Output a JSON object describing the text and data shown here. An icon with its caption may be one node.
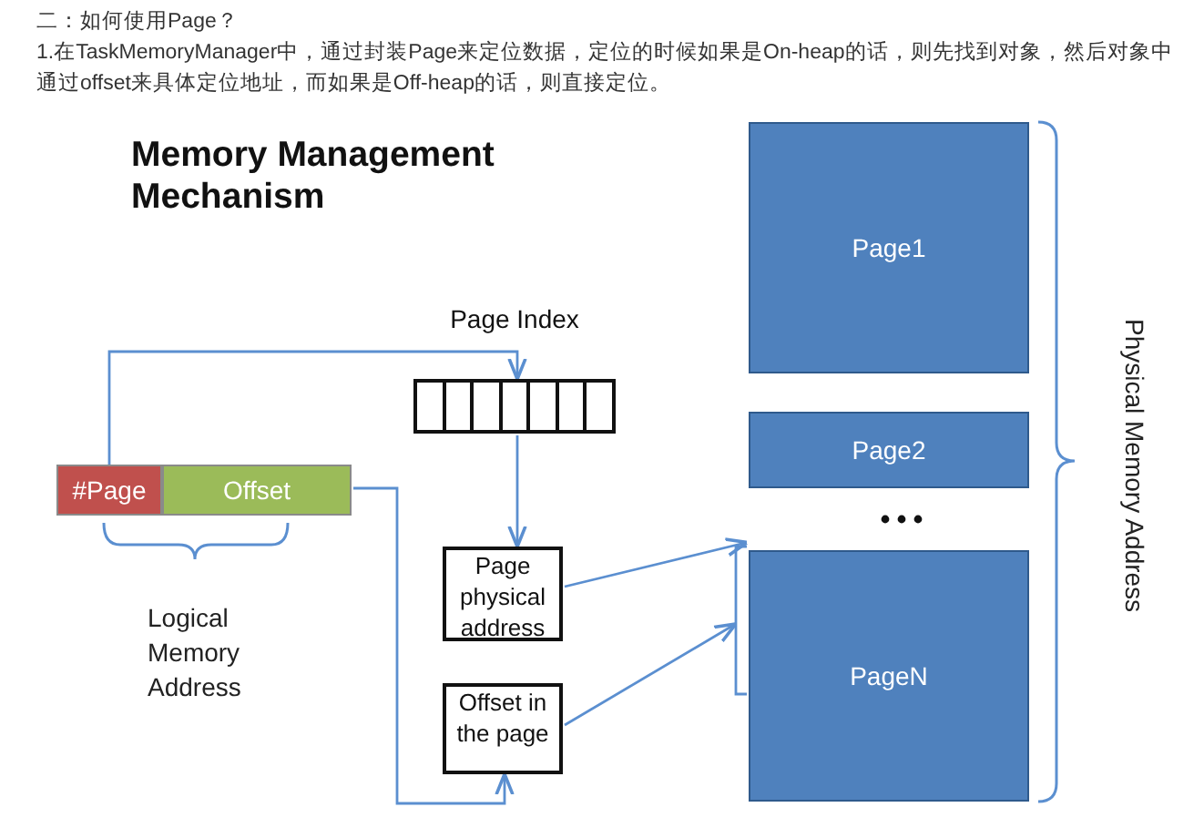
{
  "diagram": {
    "title": "Memory Management Mechanism",
    "nodes": [
      {
        "text": [
          "#Page"
        ]
      },
      {
        "text": [
          "Offset"
        ]
      },
      {
        "text": [
          "Page Index"
        ]
      },
      {
        "text": [
          "Page physical address"
        ]
      },
      {
        "text": [
          "Offset in the page"
        ]
      },
      {
        "text": [
          "Page1"
        ]
      },
      {
        "text": [
          "Page2"
        ]
      },
      {
        "text": [
          "PageN"
        ]
      }
    ],
    "edges": [
      {
        "from": 0,
        "to": 2,
        "arrow": "to"
      },
      {
        "from": 2,
        "to": 3,
        "arrow": "to"
      },
      {
        "from": 1,
        "to": 4,
        "arrow": "to"
      },
      {
        "from": 3,
        "to": 7,
        "arrow": "to"
      },
      {
        "from": 4,
        "to": 7,
        "arrow": "to"
      }
    ],
    "labels": [
      "二：如何使用Page？",
      "1.在TaskMemoryManager中，通过封装Page来定位数据，定位的时候如果是On-heap的话，则先找到对象，然后对象中通过offset来具体定位地址，而如果是Off-heap的话，则直接定位。",
      "Logical Memory Address",
      "Physical Memory Address"
    ]
  }
}
